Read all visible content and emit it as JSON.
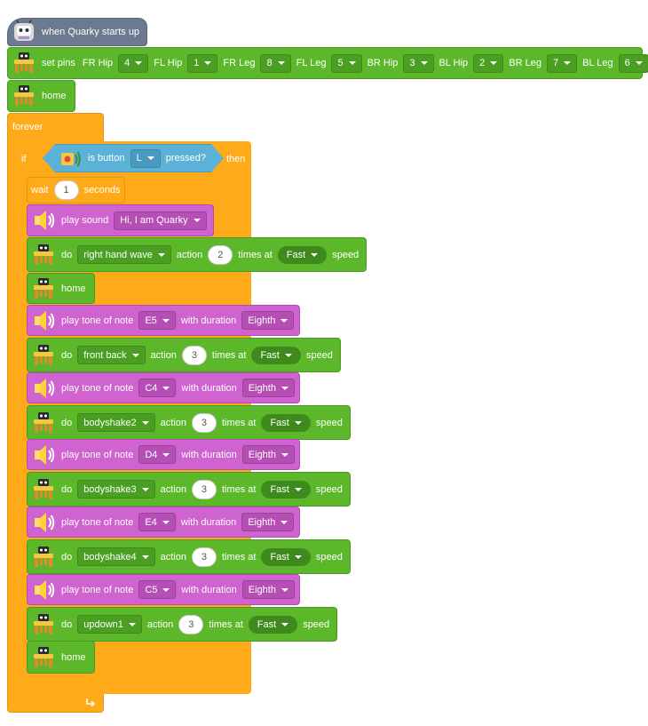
{
  "hat": {
    "label": "when Quarky starts up"
  },
  "setpins": {
    "label": "set pins",
    "pins": [
      {
        "name": "FR Hip",
        "value": "4"
      },
      {
        "name": "FL Hip",
        "value": "1"
      },
      {
        "name": "FR Leg",
        "value": "8"
      },
      {
        "name": "FL Leg",
        "value": "5"
      },
      {
        "name": "BR Hip",
        "value": "3"
      },
      {
        "name": "BL Hip",
        "value": "2"
      },
      {
        "name": "BR Leg",
        "value": "7"
      },
      {
        "name": "BL Leg",
        "value": "6"
      }
    ]
  },
  "labels": {
    "home": "home",
    "forever": "forever",
    "if": "if",
    "then": "then",
    "is_button": "is button",
    "button_value": "L",
    "pressed": "pressed?",
    "wait": "wait",
    "wait_value": "1",
    "seconds": "seconds",
    "play_sound": "play sound",
    "sound_value": "Hi, I am Quarky",
    "play_tone": "play tone of note",
    "with_duration": "with duration",
    "do": "do",
    "action": "action",
    "times_at": "times at",
    "speed": "speed"
  },
  "program": [
    {
      "type": "sound",
      "sound": "Hi, I am Quarky"
    },
    {
      "type": "action",
      "action": "right hand wave",
      "times": "2",
      "speed": "Fast"
    },
    {
      "type": "home"
    },
    {
      "type": "tone",
      "note": "E5",
      "duration": "Eighth"
    },
    {
      "type": "action",
      "action": "front back",
      "times": "3",
      "speed": "Fast"
    },
    {
      "type": "tone",
      "note": "C4",
      "duration": "Eighth"
    },
    {
      "type": "action",
      "action": "bodyshake2",
      "times": "3",
      "speed": "Fast"
    },
    {
      "type": "tone",
      "note": "D4",
      "duration": "Eighth"
    },
    {
      "type": "action",
      "action": "bodyshake3",
      "times": "3",
      "speed": "Fast"
    },
    {
      "type": "tone",
      "note": "E4",
      "duration": "Eighth"
    },
    {
      "type": "action",
      "action": "bodyshake4",
      "times": "3",
      "speed": "Fast"
    },
    {
      "type": "tone",
      "note": "C5",
      "duration": "Eighth"
    },
    {
      "type": "action",
      "action": "updown1",
      "times": "3",
      "speed": "Fast"
    },
    {
      "type": "home"
    }
  ],
  "colors": {
    "motion_green": "#5cb82a",
    "sound_purple": "#cf63cf",
    "control_orange": "#ffab19",
    "sensing_blue": "#5cb1d6",
    "event_gray": "#6b7a8f"
  },
  "icons": {
    "robot": "quadruped-robot-icon",
    "sound": "speaker-icon",
    "quarky": "quarky-icon",
    "button": "button-sensor-icon",
    "loop": "loop-arrow-icon"
  }
}
